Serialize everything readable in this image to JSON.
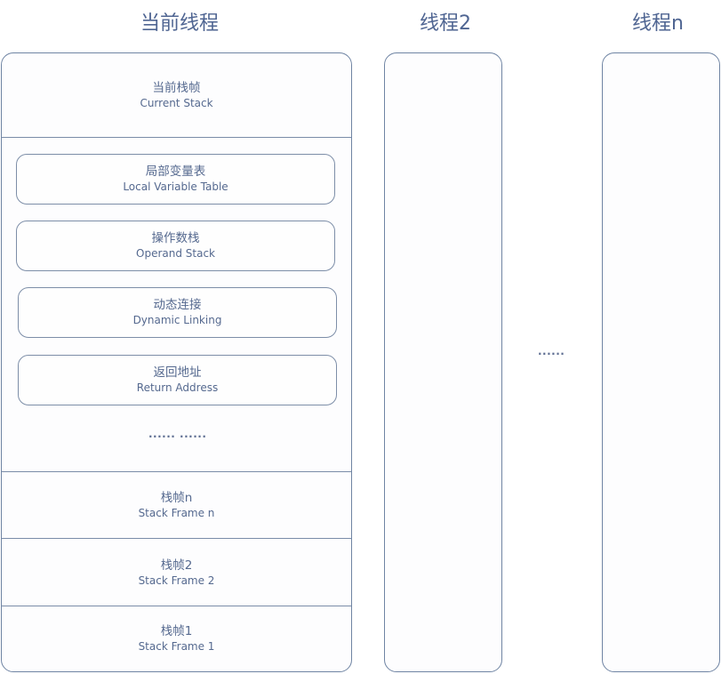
{
  "titles": {
    "current_thread": "当前线程",
    "thread_2": "线程2",
    "thread_n": "线程n"
  },
  "current_thread": {
    "current_stack": {
      "zh": "当前栈帧",
      "en": "Current Stack"
    },
    "frame_components": [
      {
        "zh": "局部变量表",
        "en": "Local Variable Table"
      },
      {
        "zh": "操作数栈",
        "en": "Operand Stack"
      },
      {
        "zh": "动态连接",
        "en": "Dynamic Linking"
      },
      {
        "zh": "返回地址",
        "en": "Return Address"
      }
    ],
    "components_ellipsis": "...... ......",
    "stack_frames": [
      {
        "zh": "栈帧n",
        "en": "Stack Frame n"
      },
      {
        "zh": "栈帧2",
        "en": "Stack Frame 2"
      },
      {
        "zh": "栈帧1",
        "en": "Stack Frame 1"
      }
    ]
  },
  "between_threads_ellipsis": "......",
  "colors": {
    "text": "#55698f",
    "border": "#6f84a3"
  }
}
